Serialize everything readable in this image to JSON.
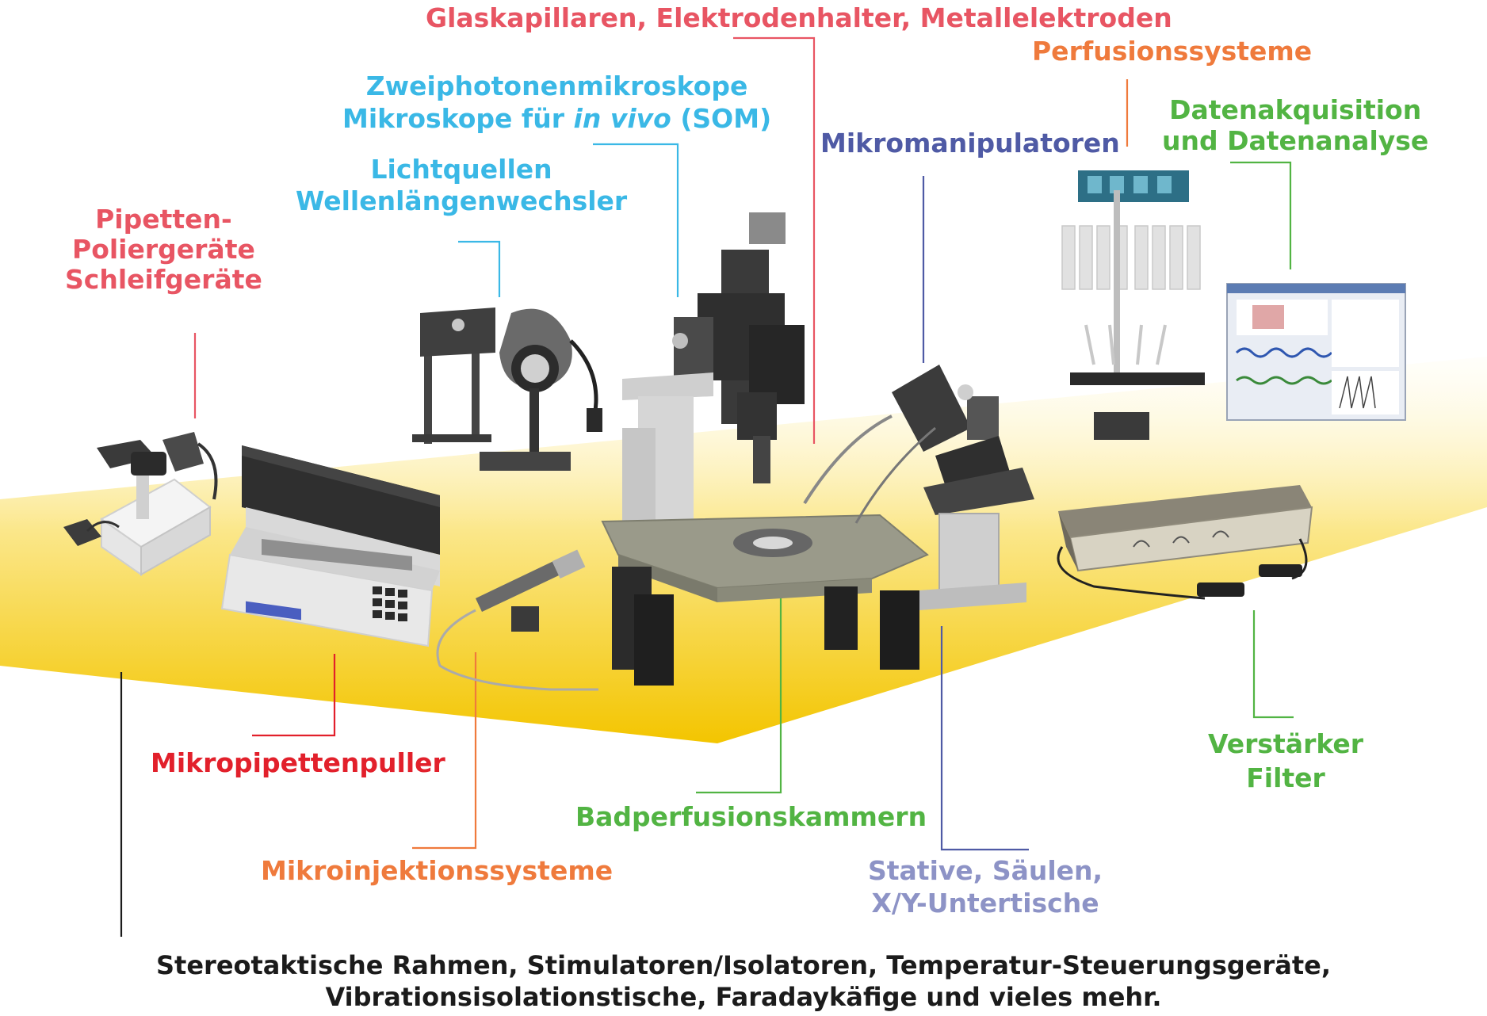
{
  "labels": {
    "glaskapillaren": "Glaskapillaren, Elektrodenhalter, Metallelektroden",
    "perfusionssysteme": "Perfusionssysteme",
    "zweiphoton_1": "Zweiphotonenmikroskope",
    "zweiphoton_2_pre": "Mikroskope für ",
    "zweiphoton_2_em": "in vivo",
    "zweiphoton_2_post": " (SOM)",
    "daten_1": "Datenakquisition",
    "daten_2": "und Datenanalyse",
    "mikromanipulatoren": "Mikromanipulatoren",
    "licht_1": "Lichtquellen",
    "licht_2": "Wellenlängenwechsler",
    "pipetten_1": "Pipetten-",
    "pipetten_2": "Poliergeräte",
    "pipetten_3": "Schleifgeräte",
    "mikropipettenpuller": "Mikropipettenpuller",
    "verstaerker_1": "Verstärker",
    "verstaerker_2": "Filter",
    "badperfusion": "Badperfusionskammern",
    "mikroinjektion": "Mikroinjektionssysteme",
    "stative_1": "Stative, Säulen,",
    "stative_2": "X/Y-Untertische",
    "footer_1": "Stereotaktische Rahmen, Stimulatoren/Isolatoren, Temperatur-Steuerungsgeräte,",
    "footer_2": "Vibrationsisolationstische, Faradaykäfige und vieles mehr."
  },
  "colors": {
    "red": "#e85563",
    "red_dark": "#e2202b",
    "orange": "#ef7a3c",
    "cyan": "#3ab8e6",
    "green": "#52b443",
    "navy": "#4f5aa5",
    "lavender": "#8d93c6",
    "floor_yellow": "#f3c500"
  },
  "icons": {
    "floor": "yellow-floor-plane",
    "polisher": "microforge-microscope-icon",
    "puller": "micropipette-puller-icon",
    "lamp": "lamp-housing-icon",
    "microscope": "upright-microscope-icon",
    "stage": "microscope-stage-table-icon",
    "injector": "microinjector-icon",
    "manipulator": "micromanipulator-icon",
    "perfusion": "perfusion-valve-rack-icon",
    "screen": "data-acquisition-screen-icon",
    "amplifier": "amplifier-icon"
  }
}
